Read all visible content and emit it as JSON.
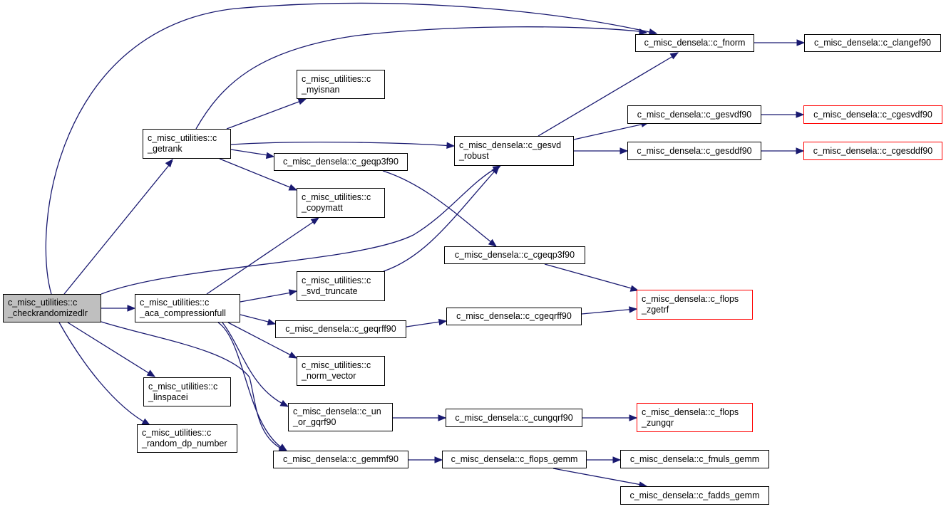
{
  "colors": {
    "edge": "#191970",
    "node_border": "#000000",
    "root_fill": "#bfbfbf",
    "red_border": "#ff0000"
  },
  "nodes": {
    "checkrandomizedlr": {
      "label": "c_misc_utilities::c\n_checkrandomizedlr"
    },
    "getrank": {
      "label": "c_misc_utilities::c\n_getrank"
    },
    "aca_compressionfull": {
      "label": "c_misc_utilities::c\n_aca_compressionfull"
    },
    "linspacei": {
      "label": "c_misc_utilities::c\n_linspacei"
    },
    "random_dp_number": {
      "label": "c_misc_utilities::c\n_random_dp_number"
    },
    "myisnan": {
      "label": "c_misc_utilities::c\n_myisnan"
    },
    "geqp3f90": {
      "label": "c_misc_densela::c_geqp3f90"
    },
    "copymatt": {
      "label": "c_misc_utilities::c\n_copymatt"
    },
    "svd_truncate": {
      "label": "c_misc_utilities::c\n_svd_truncate"
    },
    "geqrff90": {
      "label": "c_misc_densela::c_geqrff90"
    },
    "norm_vector": {
      "label": "c_misc_utilities::c\n_norm_vector"
    },
    "un_or_gqrf90": {
      "label": "c_misc_densela::c_un\n_or_gqrf90"
    },
    "gemmf90": {
      "label": "c_misc_densela::c_gemmf90"
    },
    "gesvd_robust": {
      "label": "c_misc_densela::c_gesvd\n_robust"
    },
    "cgeqp3f90": {
      "label": "c_misc_densela::c_cgeqp3f90"
    },
    "cgeqrff90": {
      "label": "c_misc_densela::c_cgeqrff90"
    },
    "cungqrf90": {
      "label": "c_misc_densela::c_cungqrf90"
    },
    "flops_gemm": {
      "label": "c_misc_densela::c_flops_gemm"
    },
    "fnorm": {
      "label": "c_misc_densela::c_fnorm"
    },
    "gesvdf90": {
      "label": "c_misc_densela::c_gesvdf90"
    },
    "gesddf90": {
      "label": "c_misc_densela::c_gesddf90"
    },
    "flops_zgetrf": {
      "label": "c_misc_densela::c_flops\n_zgetrf"
    },
    "flops_zungqr": {
      "label": "c_misc_densela::c_flops\n_zungqr"
    },
    "fmuls_gemm": {
      "label": "c_misc_densela::c_fmuls_gemm"
    },
    "fadds_gemm": {
      "label": "c_misc_densela::c_fadds_gemm"
    },
    "clangef90": {
      "label": "c_misc_densela::c_clangef90"
    },
    "cgesvdf90": {
      "label": "c_misc_densela::c_cgesvdf90"
    },
    "cgesddf90": {
      "label": "c_misc_densela::c_cgesddf90"
    }
  }
}
